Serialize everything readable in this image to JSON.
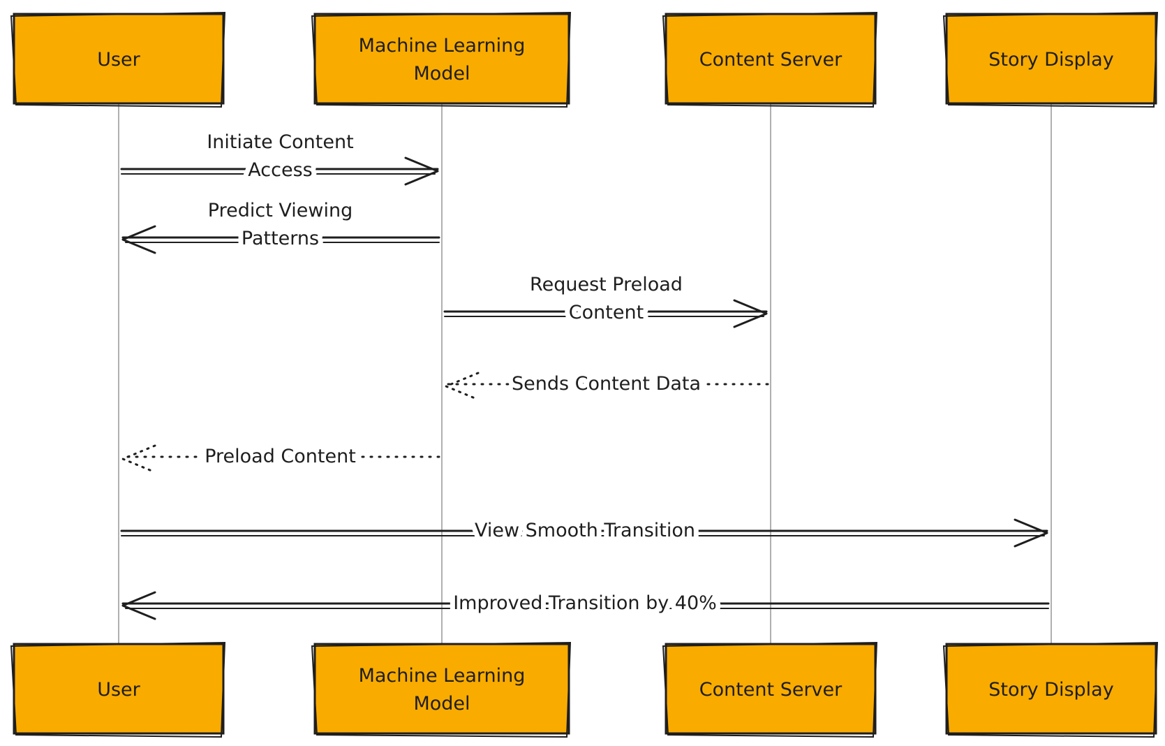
{
  "colors": {
    "actor_fill": "#f9ab00",
    "stroke": "#1e1e1e",
    "lifeline": "#b0b0b0",
    "background": "#ffffff"
  },
  "actors": [
    {
      "id": "user",
      "label_lines": [
        "User"
      ]
    },
    {
      "id": "ml",
      "label_lines": [
        "Machine Learning",
        "Model"
      ]
    },
    {
      "id": "server",
      "label_lines": [
        "Content Server"
      ]
    },
    {
      "id": "display",
      "label_lines": [
        "Story Display"
      ]
    }
  ],
  "messages": [
    {
      "id": "m1",
      "from": "user",
      "to": "ml",
      "style": "solid",
      "label_lines": [
        "Initiate Content",
        "Access"
      ]
    },
    {
      "id": "m2",
      "from": "ml",
      "to": "user",
      "style": "solid",
      "label_lines": [
        "Predict Viewing",
        "Patterns"
      ]
    },
    {
      "id": "m3",
      "from": "ml",
      "to": "server",
      "style": "solid",
      "label_lines": [
        "Request Preload",
        "Content"
      ]
    },
    {
      "id": "m4",
      "from": "server",
      "to": "ml",
      "style": "dotted",
      "label_lines": [
        "Sends Content Data"
      ]
    },
    {
      "id": "m5",
      "from": "ml",
      "to": "user",
      "style": "dotted",
      "label_lines": [
        "Preload Content"
      ]
    },
    {
      "id": "m6",
      "from": "user",
      "to": "display",
      "style": "solid",
      "label_lines": [
        "View Smooth Transition"
      ]
    },
    {
      "id": "m7",
      "from": "display",
      "to": "user",
      "style": "solid",
      "label_lines": [
        "Improved Transition by 40%"
      ]
    }
  ]
}
